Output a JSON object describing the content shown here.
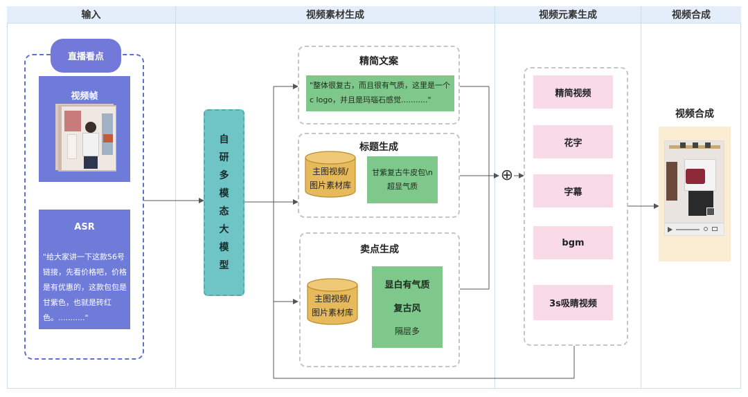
{
  "lanes": {
    "input": "输入",
    "material": "视频素材生成",
    "elements": "视频元素生成",
    "compose": "视频合成"
  },
  "input": {
    "pill": "直播看点",
    "frame_title": "视频帧",
    "asr_title": "ASR",
    "asr_text": "\"给大家讲一下这款56号链接，先看价格吧，价格是有优惠的，这款包包是甘紫色，也就是砖红色。...........\""
  },
  "model": {
    "chars": [
      "自",
      "研",
      "多",
      "模",
      "态",
      "大",
      "模",
      "型"
    ]
  },
  "copy": {
    "title": "精简文案",
    "text": "\"整体很复古，而且很有气质，这里是一个c logo，并且是玛瑙石感觉...........\""
  },
  "title_gen": {
    "title": "标题生成",
    "cylinder_line1": "主图视频/",
    "cylinder_line2": "图片素材库",
    "result_line1": "甘紫复古牛皮包\\n",
    "result_line2": "超显气质"
  },
  "selling": {
    "title": "卖点生成",
    "cylinder_line1": "主图视频/",
    "cylinder_line2": "图片素材库",
    "point1": "显白有气质",
    "point2": "复古风",
    "point3": "隔层多"
  },
  "elements": {
    "items": [
      "精简视频",
      "花字",
      "字幕",
      "bgm",
      "3s吸睛视频"
    ]
  },
  "output": {
    "title": "视频合成"
  },
  "merge_symbol": "⊕",
  "colors": {
    "lane_header": "#e4eefa",
    "purple": "#6e7bd9",
    "teal": "#6fc4c6",
    "green": "#7dc88a",
    "pink": "#f9dbe8",
    "cylinder": "#e6b95a",
    "beige": "#fbecd4"
  }
}
